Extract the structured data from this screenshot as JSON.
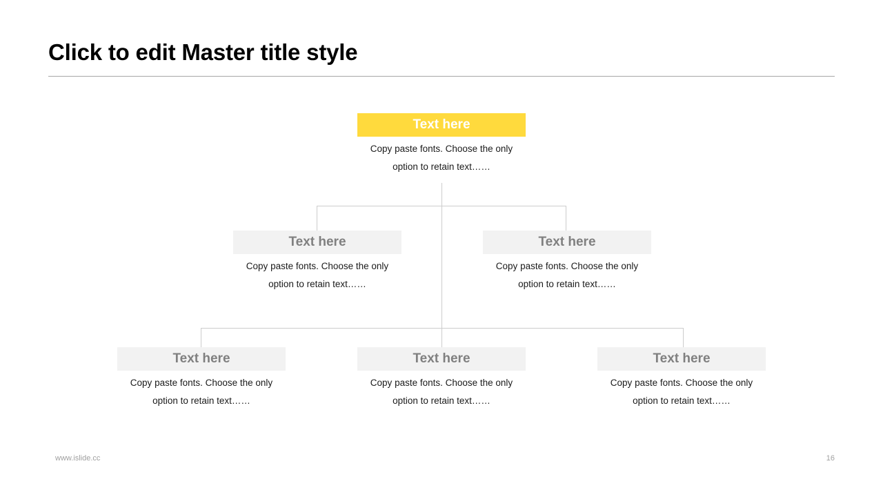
{
  "slide": {
    "title": "Click to edit Master title style",
    "page_number": "16",
    "footer_url": "www.islide.cc",
    "accent_color": "#ffda3d",
    "muted_box_color": "#f2f2f2",
    "muted_text_color": "#808080",
    "connector_color": "#cccccc",
    "rule_color": "#a6a6a6"
  },
  "body_text": "Copy paste fonts. Choose the only option to retain text……",
  "nodes": [
    {
      "id": "root",
      "level": 1,
      "heading": "Text here",
      "description_line1": "Copy paste fonts. Choose the only",
      "description_line2": "option to retain text……",
      "style": "accent"
    },
    {
      "id": "level2-left",
      "level": 2,
      "heading": "Text here",
      "description_line1": "Copy paste fonts. Choose the only",
      "description_line2": "option to retain text……",
      "style": "muted"
    },
    {
      "id": "level2-right",
      "level": 2,
      "heading": "Text here",
      "description_line1": "Copy paste fonts. Choose the only",
      "description_line2": "option to retain text……",
      "style": "muted"
    },
    {
      "id": "level3-left",
      "level": 3,
      "heading": "Text here",
      "description_line1": "Copy paste fonts. Choose the only",
      "description_line2": "option to retain text……",
      "style": "muted"
    },
    {
      "id": "level3-center",
      "level": 3,
      "heading": "Text here",
      "description_line1": "Copy paste fonts. Choose the only",
      "description_line2": "option to retain text……",
      "style": "muted"
    },
    {
      "id": "level3-right",
      "level": 3,
      "heading": "Text here",
      "description_line1": "Copy paste fonts. Choose the only",
      "description_line2": "option to retain text……",
      "style": "muted"
    }
  ]
}
